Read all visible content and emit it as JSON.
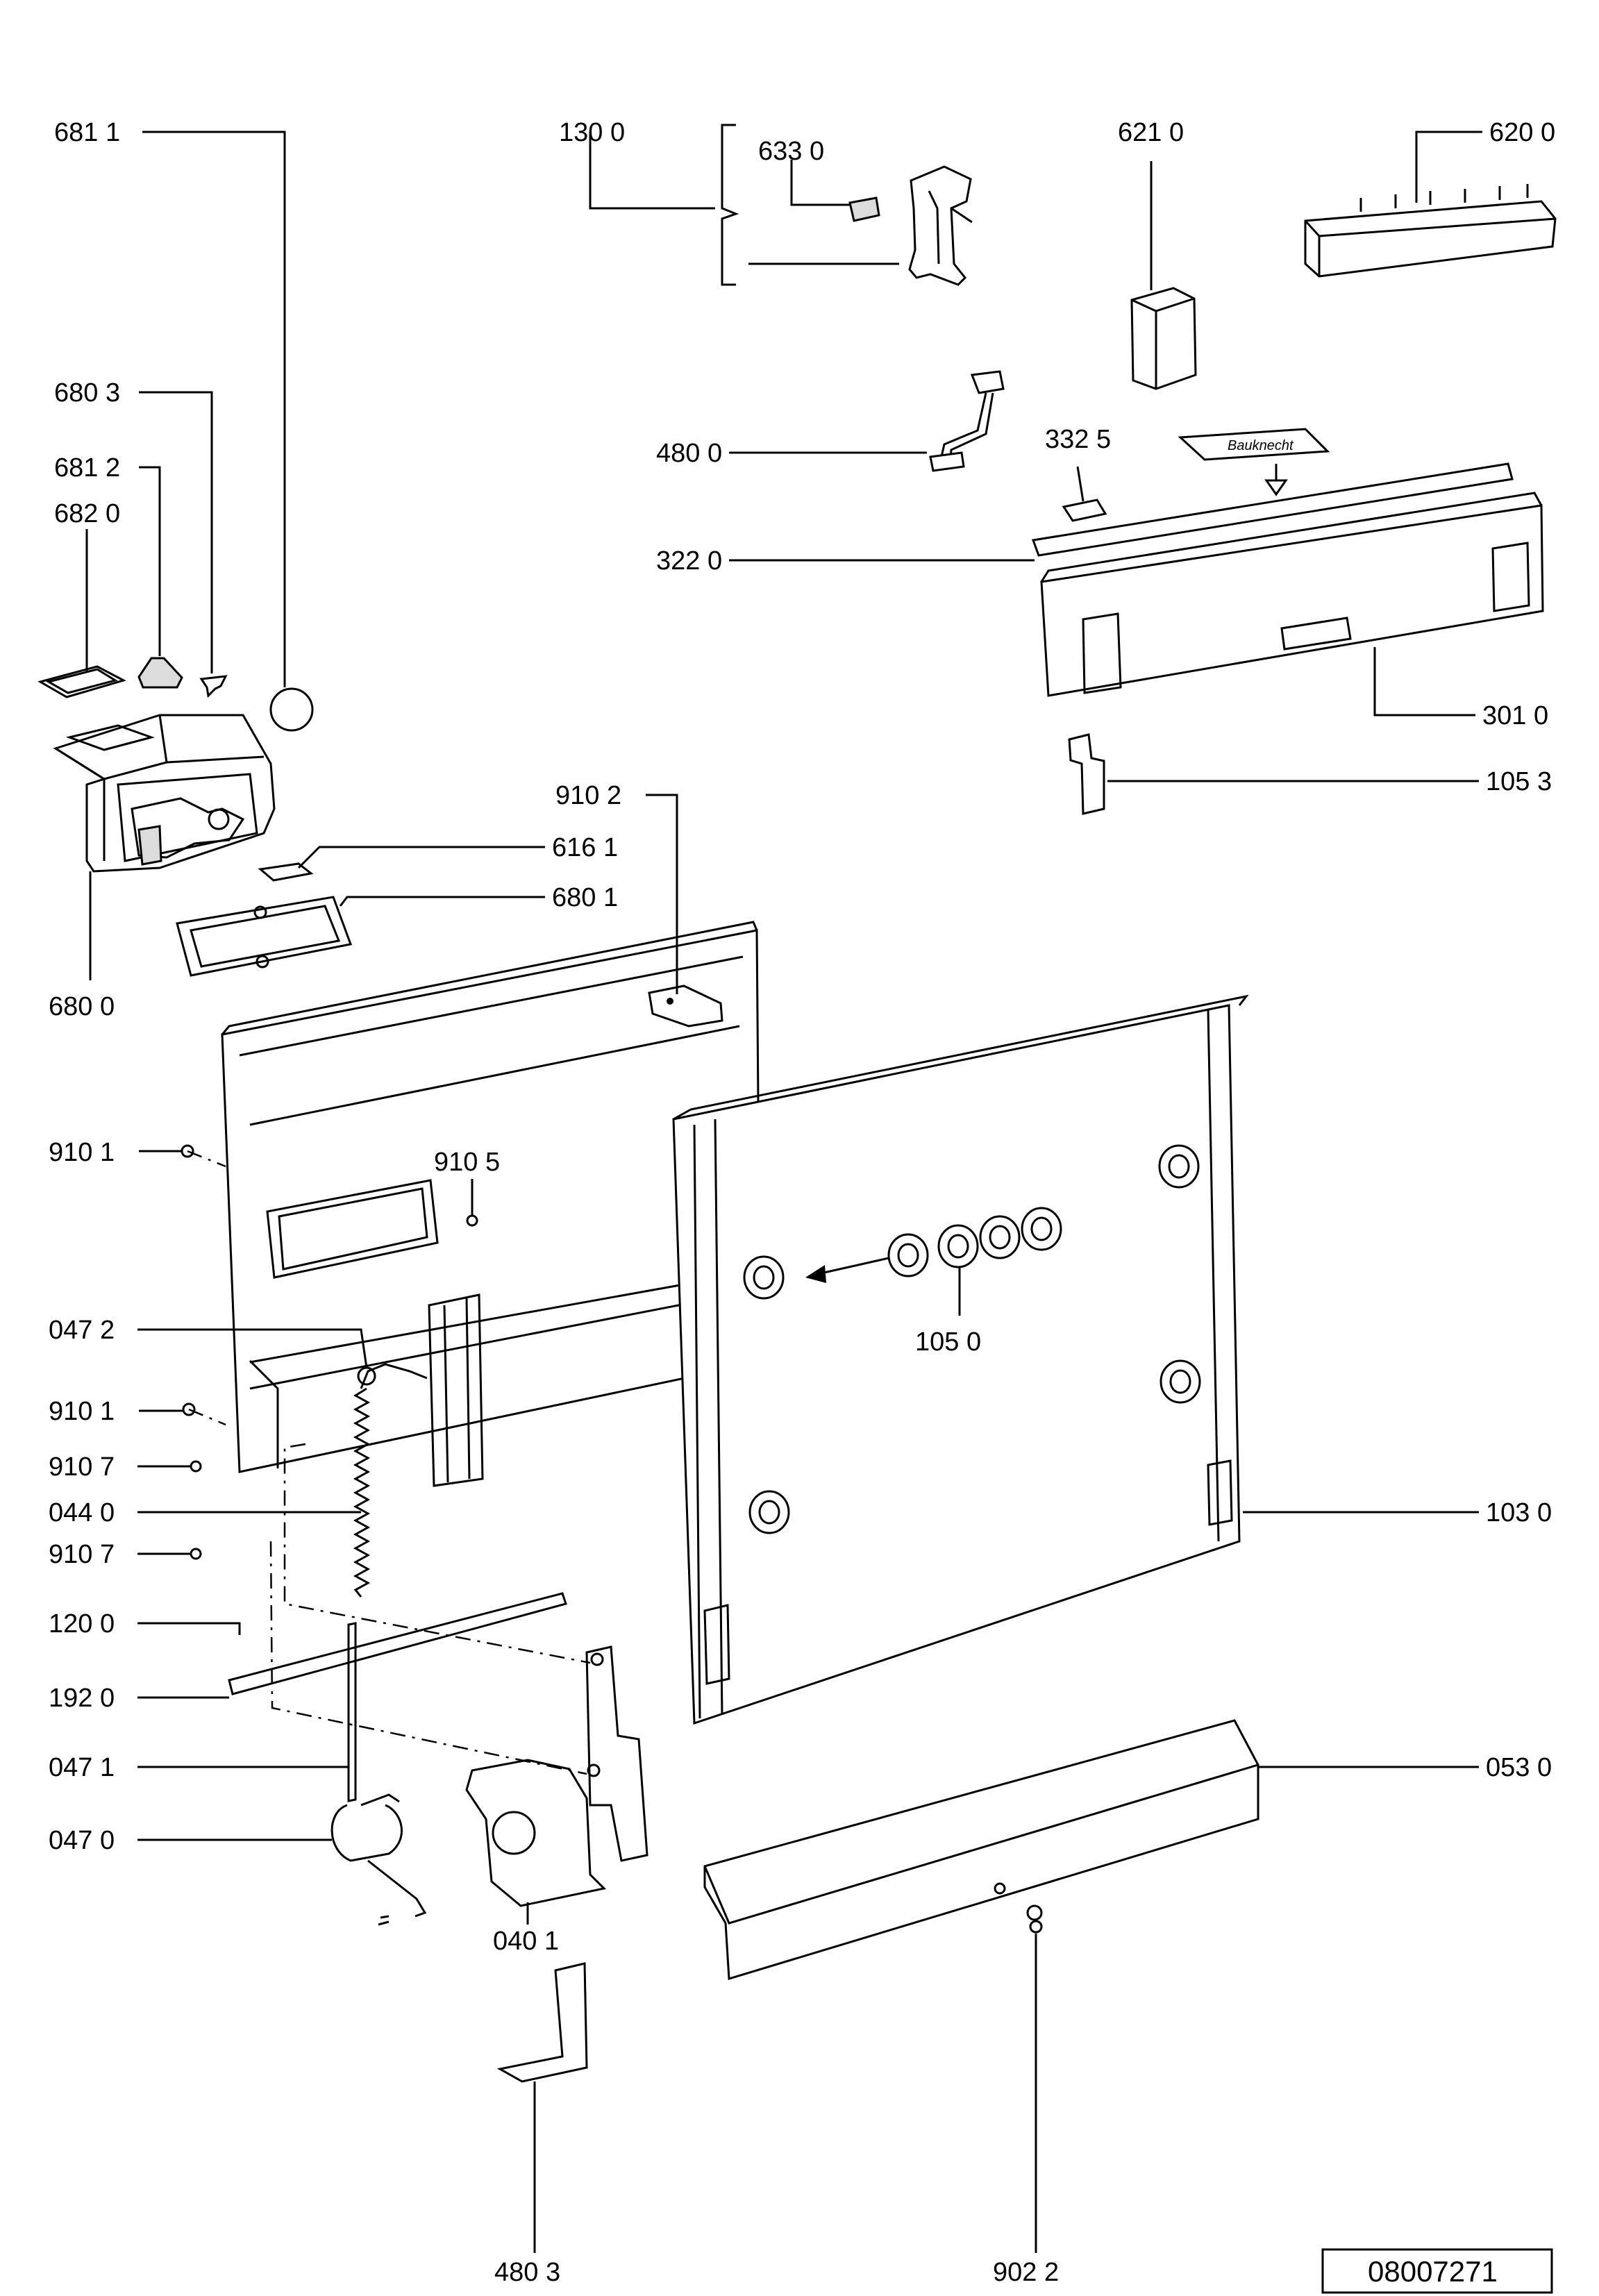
{
  "diagram": {
    "reference_number": "08007271",
    "labels": {
      "p6811": "681 1",
      "p1300": "130 0",
      "p6330": "633 0",
      "p6210": "621 0",
      "p6200": "620 0",
      "p6803": "680 3",
      "p6812": "681 2",
      "p6820": "682 0",
      "p4800": "480 0",
      "p3325": "332 5",
      "p3220": "322 0",
      "p3010": "301 0",
      "p1053": "105 3",
      "p9102": "910 2",
      "p6161": "616 1",
      "p6801": "680 1",
      "p6800": "680 0",
      "p9101a": "910 1",
      "p9105": "910 5",
      "p1050": "105 0",
      "p0472": "047 2",
      "p9101b": "910 1",
      "p9107a": "910 7",
      "p0440": "044 0",
      "p9107b": "910 7",
      "p1030": "103 0",
      "p1200": "120 0",
      "p1920": "192 0",
      "p0471": "047 1",
      "p0530": "053 0",
      "p0470": "047 0",
      "p0401": "040 1",
      "p4803": "480 3",
      "p9022": "902 2"
    },
    "panel_brand": "Bauknecht"
  }
}
